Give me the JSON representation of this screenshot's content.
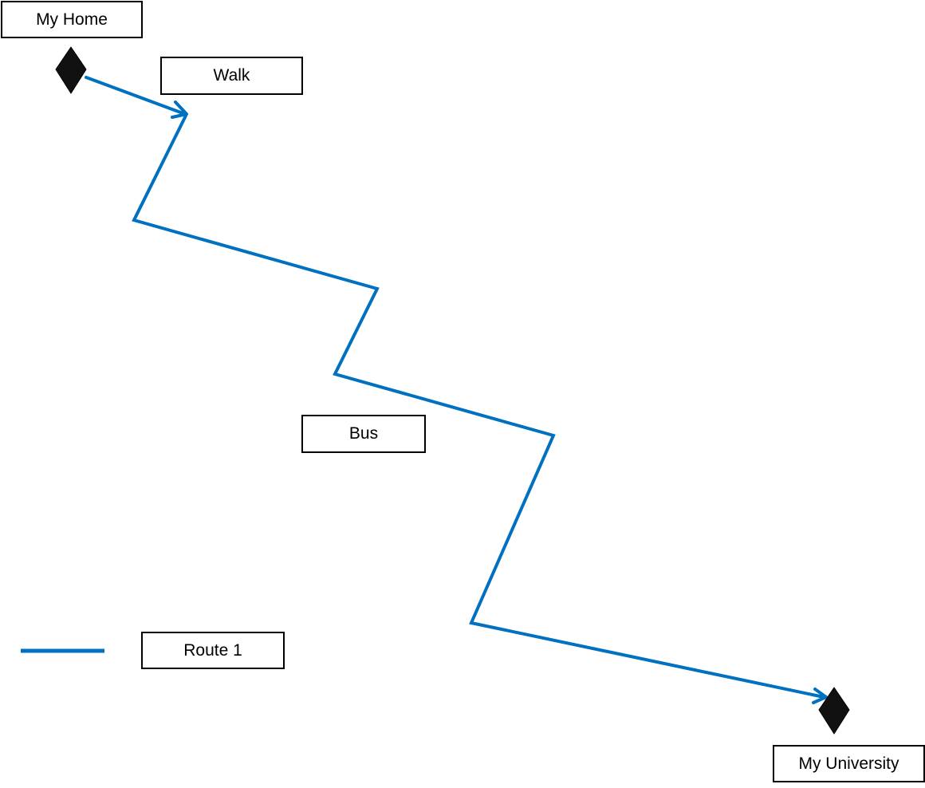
{
  "labels": {
    "start": "My Home",
    "end": "My University",
    "walk": "Walk",
    "bus": "Bus",
    "legend": "Route 1"
  },
  "icons": {
    "start_marker": "diamond-icon",
    "end_marker": "diamond-icon"
  },
  "colors": {
    "route": "#0070C0",
    "marker": "#000000",
    "box_border": "#000000"
  }
}
